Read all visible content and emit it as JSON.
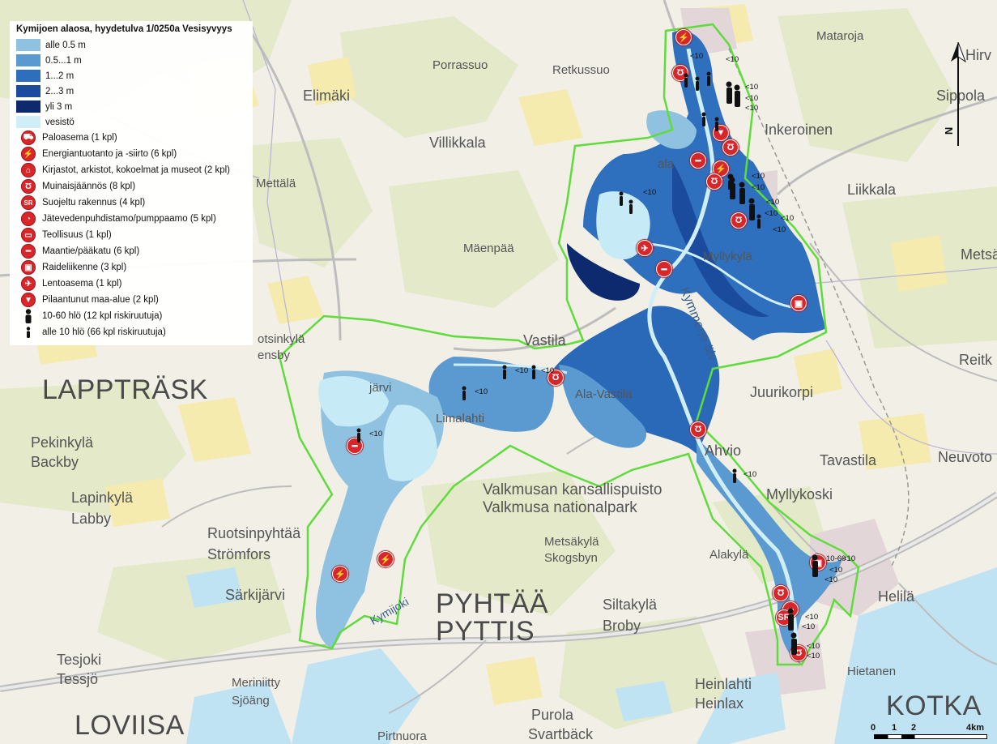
{
  "legend": {
    "title": "Kymijoen alaosa, hyydetulva 1/0250a   Vesisyvyys",
    "depth_classes": [
      {
        "label": "alle 0.5 m",
        "color": "#8fc1e0"
      },
      {
        "label": "0.5...1 m",
        "color": "#5a9ad0"
      },
      {
        "label": "1...2 m",
        "color": "#2d6fbc"
      },
      {
        "label": "2...3 m",
        "color": "#1a4b9c"
      },
      {
        "label": "yli 3 m",
        "color": "#0d2a6e"
      },
      {
        "label": "vesistö",
        "color": "#cfeef8"
      }
    ],
    "symbols": [
      {
        "label": "Paloasema (1 kpl)",
        "glyph": "⛟",
        "icon": "fire-station-icon"
      },
      {
        "label": "Energiantuotanto ja -siirto (6 kpl)",
        "glyph": "⚡",
        "icon": "energy-icon"
      },
      {
        "label": "Kirjastot, arkistot, kokoelmat ja museot (2 kpl)",
        "glyph": "⌂",
        "icon": "museum-icon"
      },
      {
        "label": "Muinaisjäännös (8 kpl)",
        "glyph": "Ʊ",
        "icon": "ancient-relic-icon"
      },
      {
        "label": "Suojeltu rakennus (4 kpl)",
        "glyph": "SR",
        "icon": "protected-building-icon"
      },
      {
        "label": "Jätevedenpuhdistamo/pumppaamo (5 kpl)",
        "glyph": "◔",
        "icon": "wastewater-plant-icon"
      },
      {
        "label": "Teollisuus (1 kpl)",
        "glyph": "▭",
        "icon": "industry-icon"
      },
      {
        "label": "Maantie/pääkatu (6 kpl)",
        "glyph": "━",
        "icon": "road-icon"
      },
      {
        "label": "Raideliikenne (3 kpl)",
        "glyph": "▣",
        "icon": "rail-icon"
      },
      {
        "label": "Lentoasema (1 kpl)",
        "glyph": "✈",
        "icon": "airport-icon"
      },
      {
        "label": "Pilaantunut maa-alue (2 kpl)",
        "glyph": "▼",
        "icon": "contaminated-land-icon"
      }
    ],
    "people": [
      {
        "label": "10-60 hlö (12 kpl riskiruutuja)",
        "icon": "person-large-icon"
      },
      {
        "label": "alle 10 hlö (66 kpl riskiruutuja)",
        "icon": "person-small-icon"
      }
    ]
  },
  "colors": {
    "background": "#f1efe6",
    "forest": "#e2e8c8",
    "field": "#f7ecb0",
    "lake": "#bfe3f3",
    "road": "#c9c9c9",
    "boundary": "#5fdc3c",
    "marker": "#d9262b"
  },
  "places": {
    "mataroja": "Mataroja",
    "hirvi": "Hirv",
    "porrassuo": "Porrassuo",
    "retkussuo": "Retkussuo",
    "elimaki": "Elimäki",
    "sippola": "Sippola",
    "inkeroinen": "Inkeroinen",
    "villikkala": "Villikkala",
    "mettala": "Mettälä",
    "liikkala": "Liikkala",
    "kala": "ala",
    "maenpaa": "Mäenpää",
    "metsa": "Metsä",
    "otsinkyla": "otsinkylä",
    "ensby": "ensby",
    "vastila": "Vastila",
    "reitk": "Reitk",
    "lapptrask": "LAPPTRÄSK",
    "jarvi": "järvi",
    "juurikorpi": "Juurikorpi",
    "alavastila": "Ala-Vastila",
    "limalahti": "Limalahti",
    "pekinkyla": "Pekinkylä",
    "backby": "Backby",
    "ahvio": "Ahvio",
    "tavastila": "Tavastila",
    "neuvoto": "Neuvoto",
    "valkmusa_fi": "Valkmusan kansallispuisto",
    "valkmusa_sv": "Valkmusa nationalpark",
    "lapinkyla": "Lapinkylä",
    "labby": "Labby",
    "hajakoski": "Myllykoski",
    "ruotsinpyhtaa": "Ruotsinpyhtää",
    "stromfors": "Strömfors",
    "metsakyla": "Metsäkylä",
    "skogsbyn": "Skogsbyn",
    "alakyla": "Alakylä",
    "sarkijarvi": "Särkijärvi",
    "pyhtaa": "PYHTÄÄ",
    "pyttis": "PYTTIS",
    "siltakyla": "Siltakylä",
    "broby": "Broby",
    "helila": "Helilä",
    "tesjoki": "Tesjoki",
    "tessjo": "Tessjö",
    "meriniitty": "Meriniitty",
    "sjoang": "Sjöäng",
    "heinlahti": "Heinlahti",
    "heinlax": "Heinlax",
    "hietanen": "Hietanen",
    "kotka": "KOTKA",
    "loviisa": "LOVIISA",
    "purola": "Purola",
    "svartback": "Svartbäck",
    "pirtnuora": "Pirtnuora",
    "kymijoki": "Kymijoki",
    "kymmene": "Kymmene älv",
    "mynkyla": "Myllykylä"
  },
  "risk_label": "<10",
  "risk_label_large": "10-60",
  "north_label": "N",
  "scale": {
    "ticks": [
      "0",
      "1",
      "2",
      "4km"
    ]
  }
}
